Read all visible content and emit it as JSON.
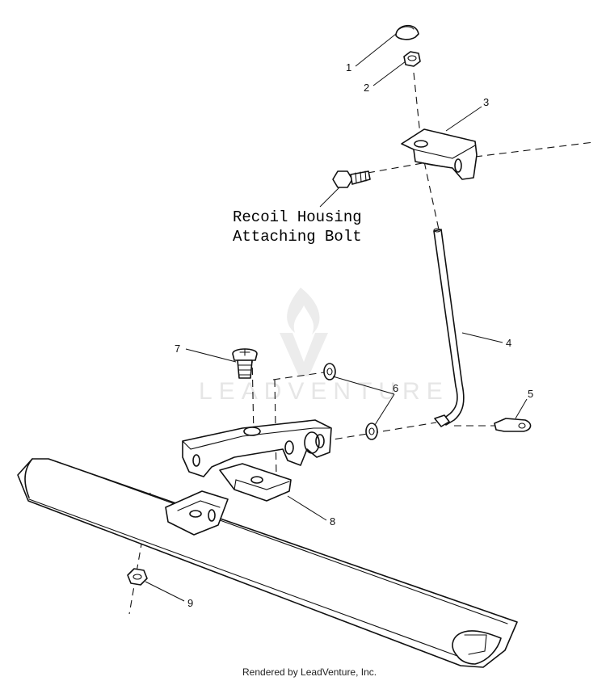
{
  "callouts": [
    {
      "number": "1",
      "part": "cap"
    },
    {
      "number": "2",
      "part": "nut"
    },
    {
      "number": "3",
      "part": "bracket"
    },
    {
      "number": "4",
      "part": "rod"
    },
    {
      "number": "5",
      "part": "clip"
    },
    {
      "number": "6",
      "part": "washer"
    },
    {
      "number": "7",
      "part": "screw"
    },
    {
      "number": "8",
      "part": "bracket-assembly"
    },
    {
      "number": "9",
      "part": "nut"
    }
  ],
  "note": {
    "line1": "Recoil Housing",
    "line2": "Attaching Bolt"
  },
  "watermark": {
    "text": "LEADVENTURE"
  },
  "footer": {
    "text": "Rendered by LeadVenture, Inc."
  },
  "colors": {
    "ink": "#111111",
    "watermark": "#e6e6e6",
    "background": "#ffffff"
  }
}
